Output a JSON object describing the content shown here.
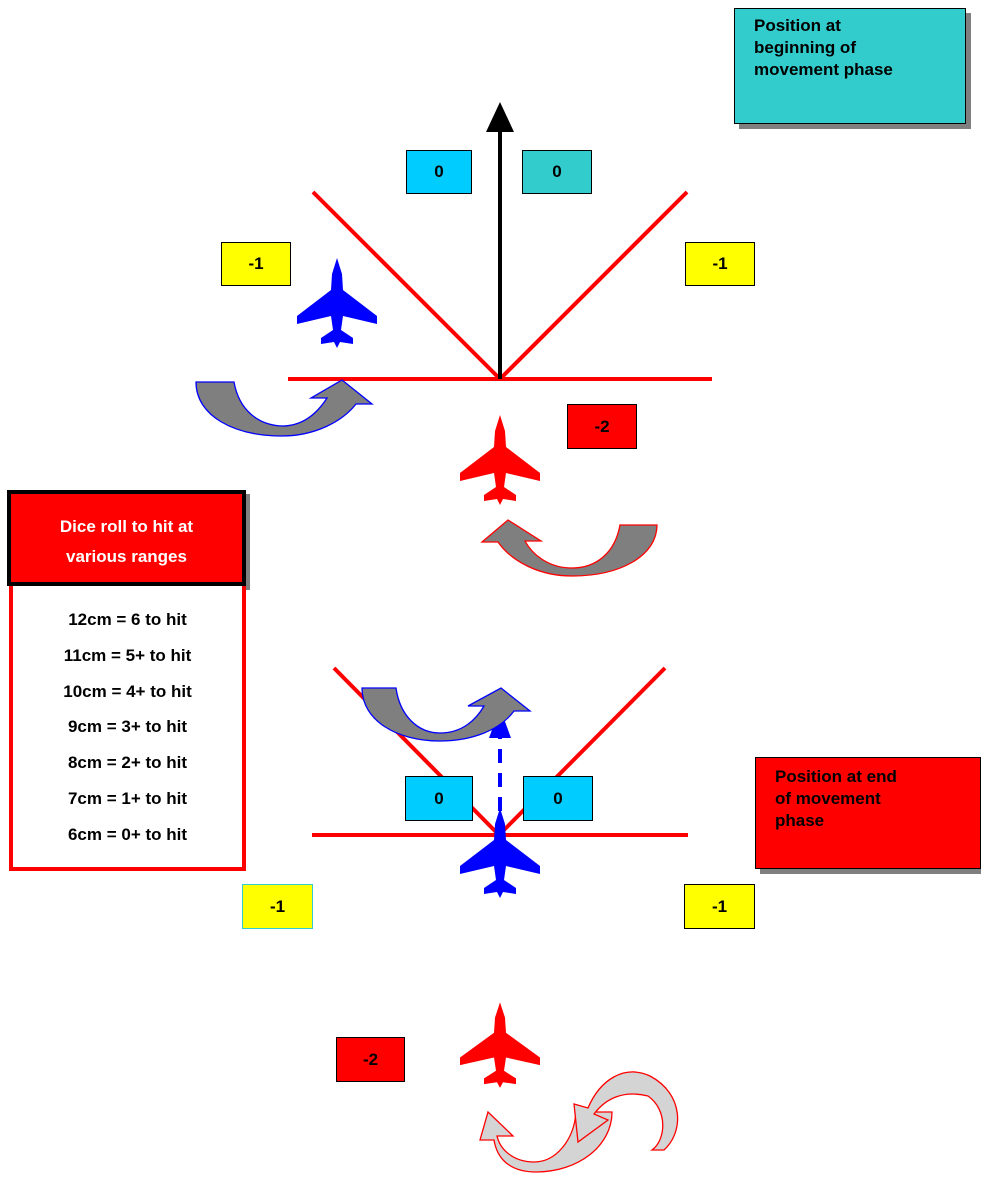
{
  "notes": {
    "begin": [
      "Position at",
      "beginning of",
      "movement phase"
    ],
    "end": [
      "Position at end",
      "of movement",
      "phase"
    ]
  },
  "legend": {
    "title": [
      "Dice roll to hit at",
      "various ranges"
    ],
    "lines": [
      "12cm = 6 to hit",
      "11cm = 5+ to hit",
      "10cm = 4+ to hit",
      "9cm = 3+ to hit",
      "8cm = 2+ to hit",
      "7cm = 1+ to hit",
      "6cm = 0+ to hit"
    ]
  },
  "top": {
    "front_left": "0",
    "front_right": "0",
    "side_left": "-1",
    "side_right": "-1",
    "rear": "-2"
  },
  "bottom": {
    "front_left": "0",
    "front_right": "0",
    "side_left": "-1",
    "side_right": "-1",
    "rear": "-2"
  },
  "colors": {
    "teal": "#33cccc",
    "cyan": "#00ccff",
    "yellow": "#ffff00",
    "red": "#ff0000",
    "blue": "#0000ff",
    "gray": "#7f7f7f"
  },
  "icons": {
    "blue_aircraft": "jet-fighter-icon",
    "red_aircraft": "jet-fighter-icon",
    "maneuver_arrow": "curved-arrow-icon"
  }
}
